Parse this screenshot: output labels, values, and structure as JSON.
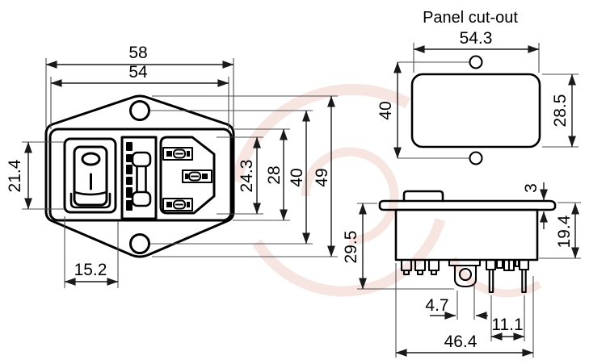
{
  "front_view": {
    "dim_flange_width": "58",
    "dim_body_width": "54",
    "dim_switch_cutout_height": "21.4",
    "dim_switch_cutout_width": "15.2",
    "dim_inlet_height": "24.3",
    "dim_body_height": "28",
    "dim_mounting_hole_spacing": "40",
    "dim_flange_height": "49",
    "switch_off_symbol": "O",
    "switch_on_symbol": "I"
  },
  "panel_cutout": {
    "title": "Panel cut-out",
    "dim_width": "54.3",
    "dim_hole_spacing": "40",
    "dim_height": "28.5"
  },
  "side_view": {
    "dim_flange_thickness": "3",
    "dim_body_depth": "19.4",
    "dim_total_depth": "29.5",
    "dim_fuse_post_width": "4.7",
    "dim_pin_spacing": "11.1",
    "dim_overall_width": "46.4"
  },
  "colors": {
    "outline": "#000000",
    "dimension_line": "#1a1a1a",
    "extension_line": "#4d4d4d",
    "watermark": "#f4dad5",
    "background": "#ffffff"
  }
}
